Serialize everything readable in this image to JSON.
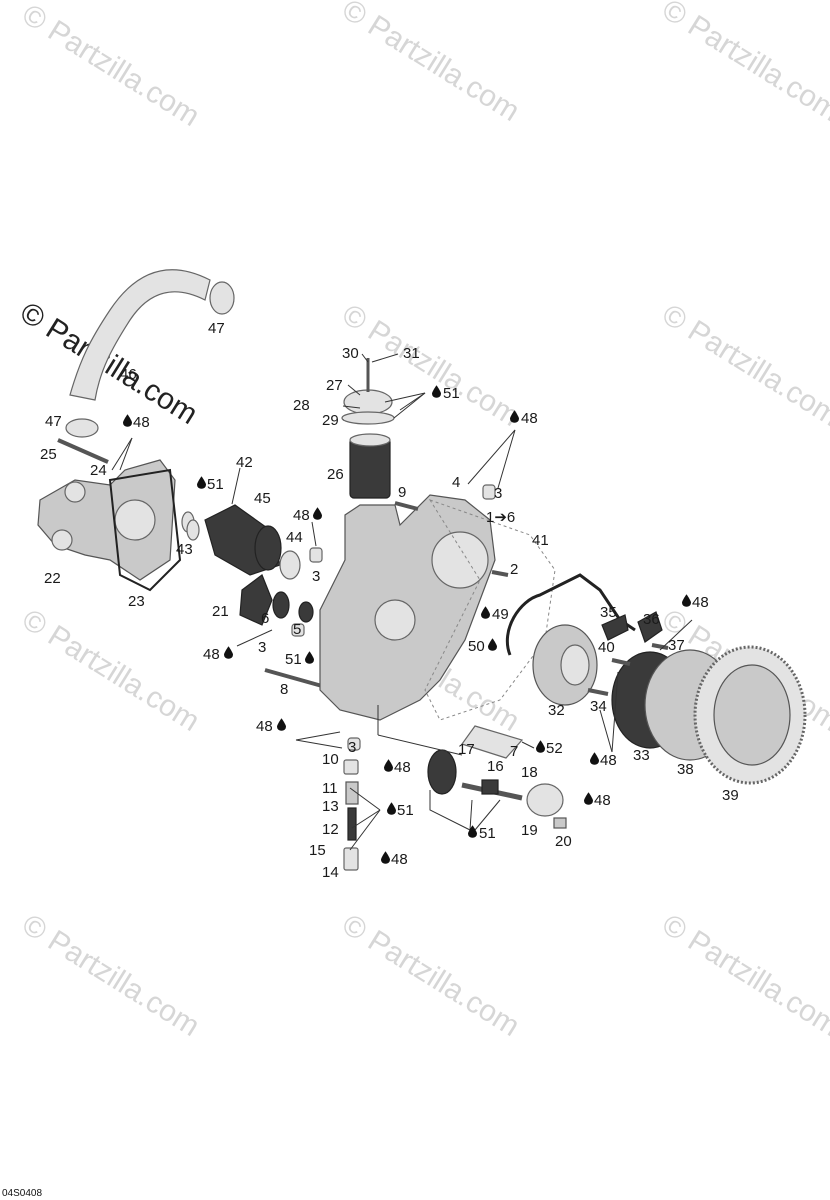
{
  "watermarks": [
    "© Partzilla.com",
    "© Partzilla.com",
    "© Partzilla.com",
    "© Partzilla.com",
    "© Partzilla.com",
    "© Partzilla.com",
    "© Partzilla.com",
    "© Partzilla.com",
    "© Partzilla.com",
    "© Partzilla.com",
    "© Partzilla.com",
    "© Partzilla.com"
  ],
  "callouts": {
    "c1_6": "1➔6",
    "c2": "2",
    "c3a": "3",
    "c3b": "3",
    "c3c": "3",
    "c3d": "3",
    "c4": "4",
    "c5": "5",
    "c6": "6",
    "c7": "7",
    "c8": "8",
    "c9": "9",
    "c10": "10",
    "c11": "11",
    "c12": "12",
    "c13": "13",
    "c14": "14",
    "c15": "15",
    "c16": "16",
    "c17": "17",
    "c18": "18",
    "c19": "19",
    "c20": "20",
    "c21": "21",
    "c22": "22",
    "c23": "23",
    "c24": "24",
    "c25": "25",
    "c26": "26",
    "c27": "27",
    "c28": "28",
    "c29": "29",
    "c30": "30",
    "c31": "31",
    "c32": "32",
    "c33": "33",
    "c34": "34",
    "c35": "35",
    "c36": "36",
    "c37": "37",
    "c38": "38",
    "c39": "39",
    "c40": "40",
    "c41": "41",
    "c42": "42",
    "c43": "43",
    "c44": "44",
    "c45": "45",
    "c46": "46",
    "c47a": "47",
    "c47b": "47",
    "c48a": "48",
    "c48b": "48",
    "c48c": "48",
    "c48d": "48",
    "c48e": "48",
    "c48f": "48",
    "c48g": "48",
    "c48h": "48",
    "c48i": "48",
    "c48j": "48",
    "c49": "49",
    "c50": "50",
    "c51a": "51",
    "c51b": "51",
    "c51c": "51",
    "c51d": "51",
    "c51e": "51",
    "c52": "52"
  },
  "diagram_code": "04S0408",
  "colors": {
    "part": "#c9c9c9",
    "dark": "#3a3a3a",
    "watermark": "#d6d6d6"
  },
  "icons": {
    "lubricant": "oil-drop-icon"
  }
}
